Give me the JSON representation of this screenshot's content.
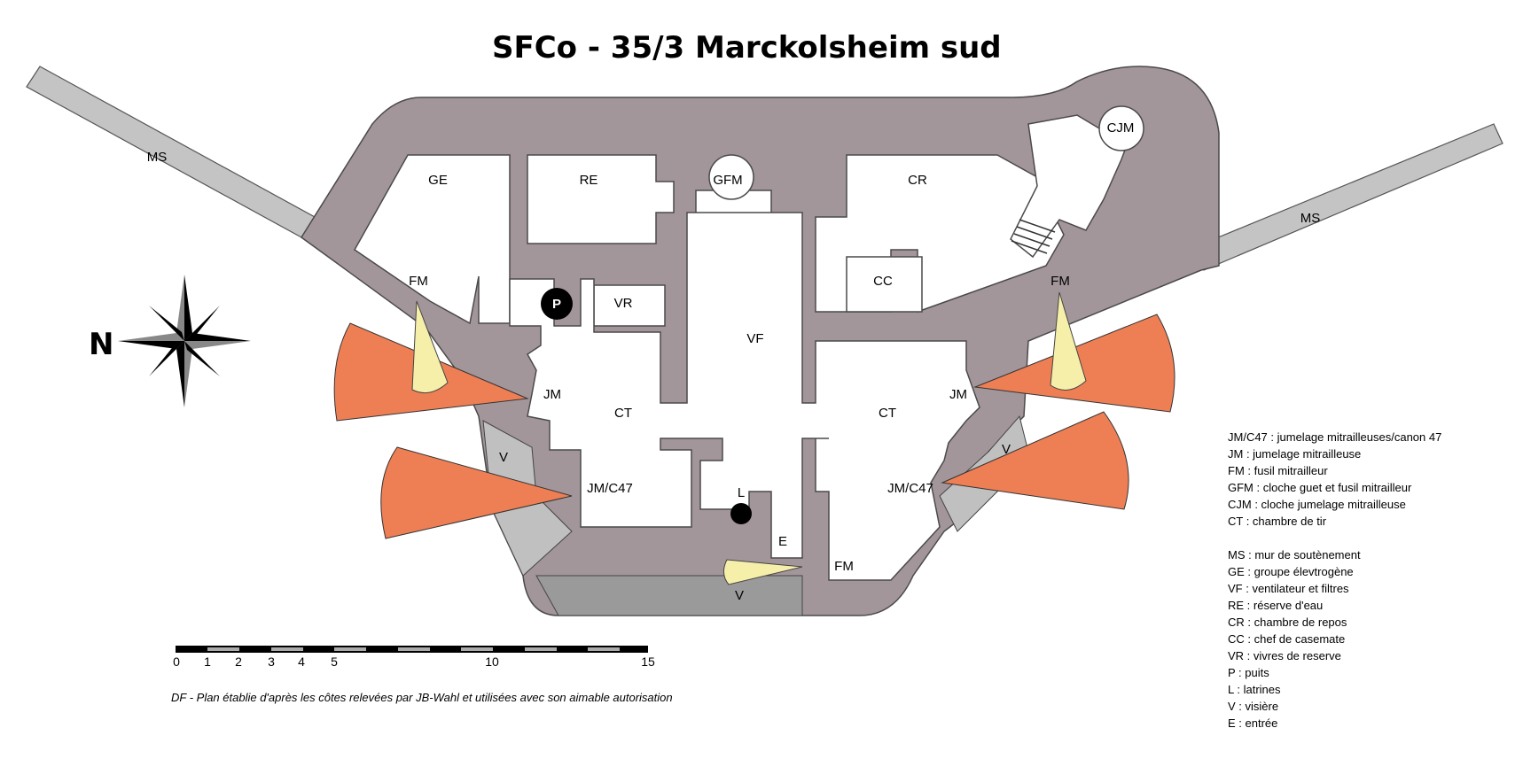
{
  "title": "SFCo  - 35/3  Marckolsheim sud",
  "compass_label": "N",
  "labels": {
    "ms_left": "MS",
    "ms_right": "MS",
    "ge": "GE",
    "re": "RE",
    "gfm": "GFM",
    "cr": "CR",
    "cjm": "CJM",
    "fm_left": "FM",
    "fm_right": "FM",
    "fm_bottom": "FM",
    "p": "P",
    "vr": "VR",
    "vf": "VF",
    "cc": "CC",
    "jm_left": "JM",
    "jm_right": "JM",
    "ct_left": "CT",
    "ct_right": "CT",
    "v_left": "V",
    "v_right": "V",
    "v_bottom": "V",
    "jmc47_left": "JM/C47",
    "jmc47_right": "JM/C47",
    "l": "L",
    "e": "E"
  },
  "scale": {
    "ticks": [
      "0",
      "1",
      "2",
      "3",
      "4",
      "5",
      "10",
      "15"
    ]
  },
  "credit": "DF - Plan établie d'après les côtes relevées par JB-Wahl et utilisées avec son aimable autorisation",
  "legend": [
    "JM/C47 : jumelage mitrailleuses/canon 47",
    "JM : jumelage mitrailleuse",
    "FM : fusil mitrailleur",
    "GFM : cloche guet et fusil mitrailleur",
    "CJM : cloche jumelage mitrailleuse",
    "CT : chambre de tir",
    "",
    "MS : mur de soutènement",
    "GE : groupe élevtrogène",
    "VF : ventilateur et filtres",
    "RE : réserve d'eau",
    "CR : chambre de repos",
    "CC : chef de casemate",
    "VR : vivres de reserve",
    "P : puits",
    "L : latrines",
    "V : visière",
    "E : entrée"
  ],
  "colors": {
    "wall": "#a3969b",
    "retaining_wall": "#c4c4c4",
    "visor": "#9a9a9a",
    "fire_sector_gun": "#ee7f55",
    "fire_sector_fm": "#f6efaa"
  }
}
